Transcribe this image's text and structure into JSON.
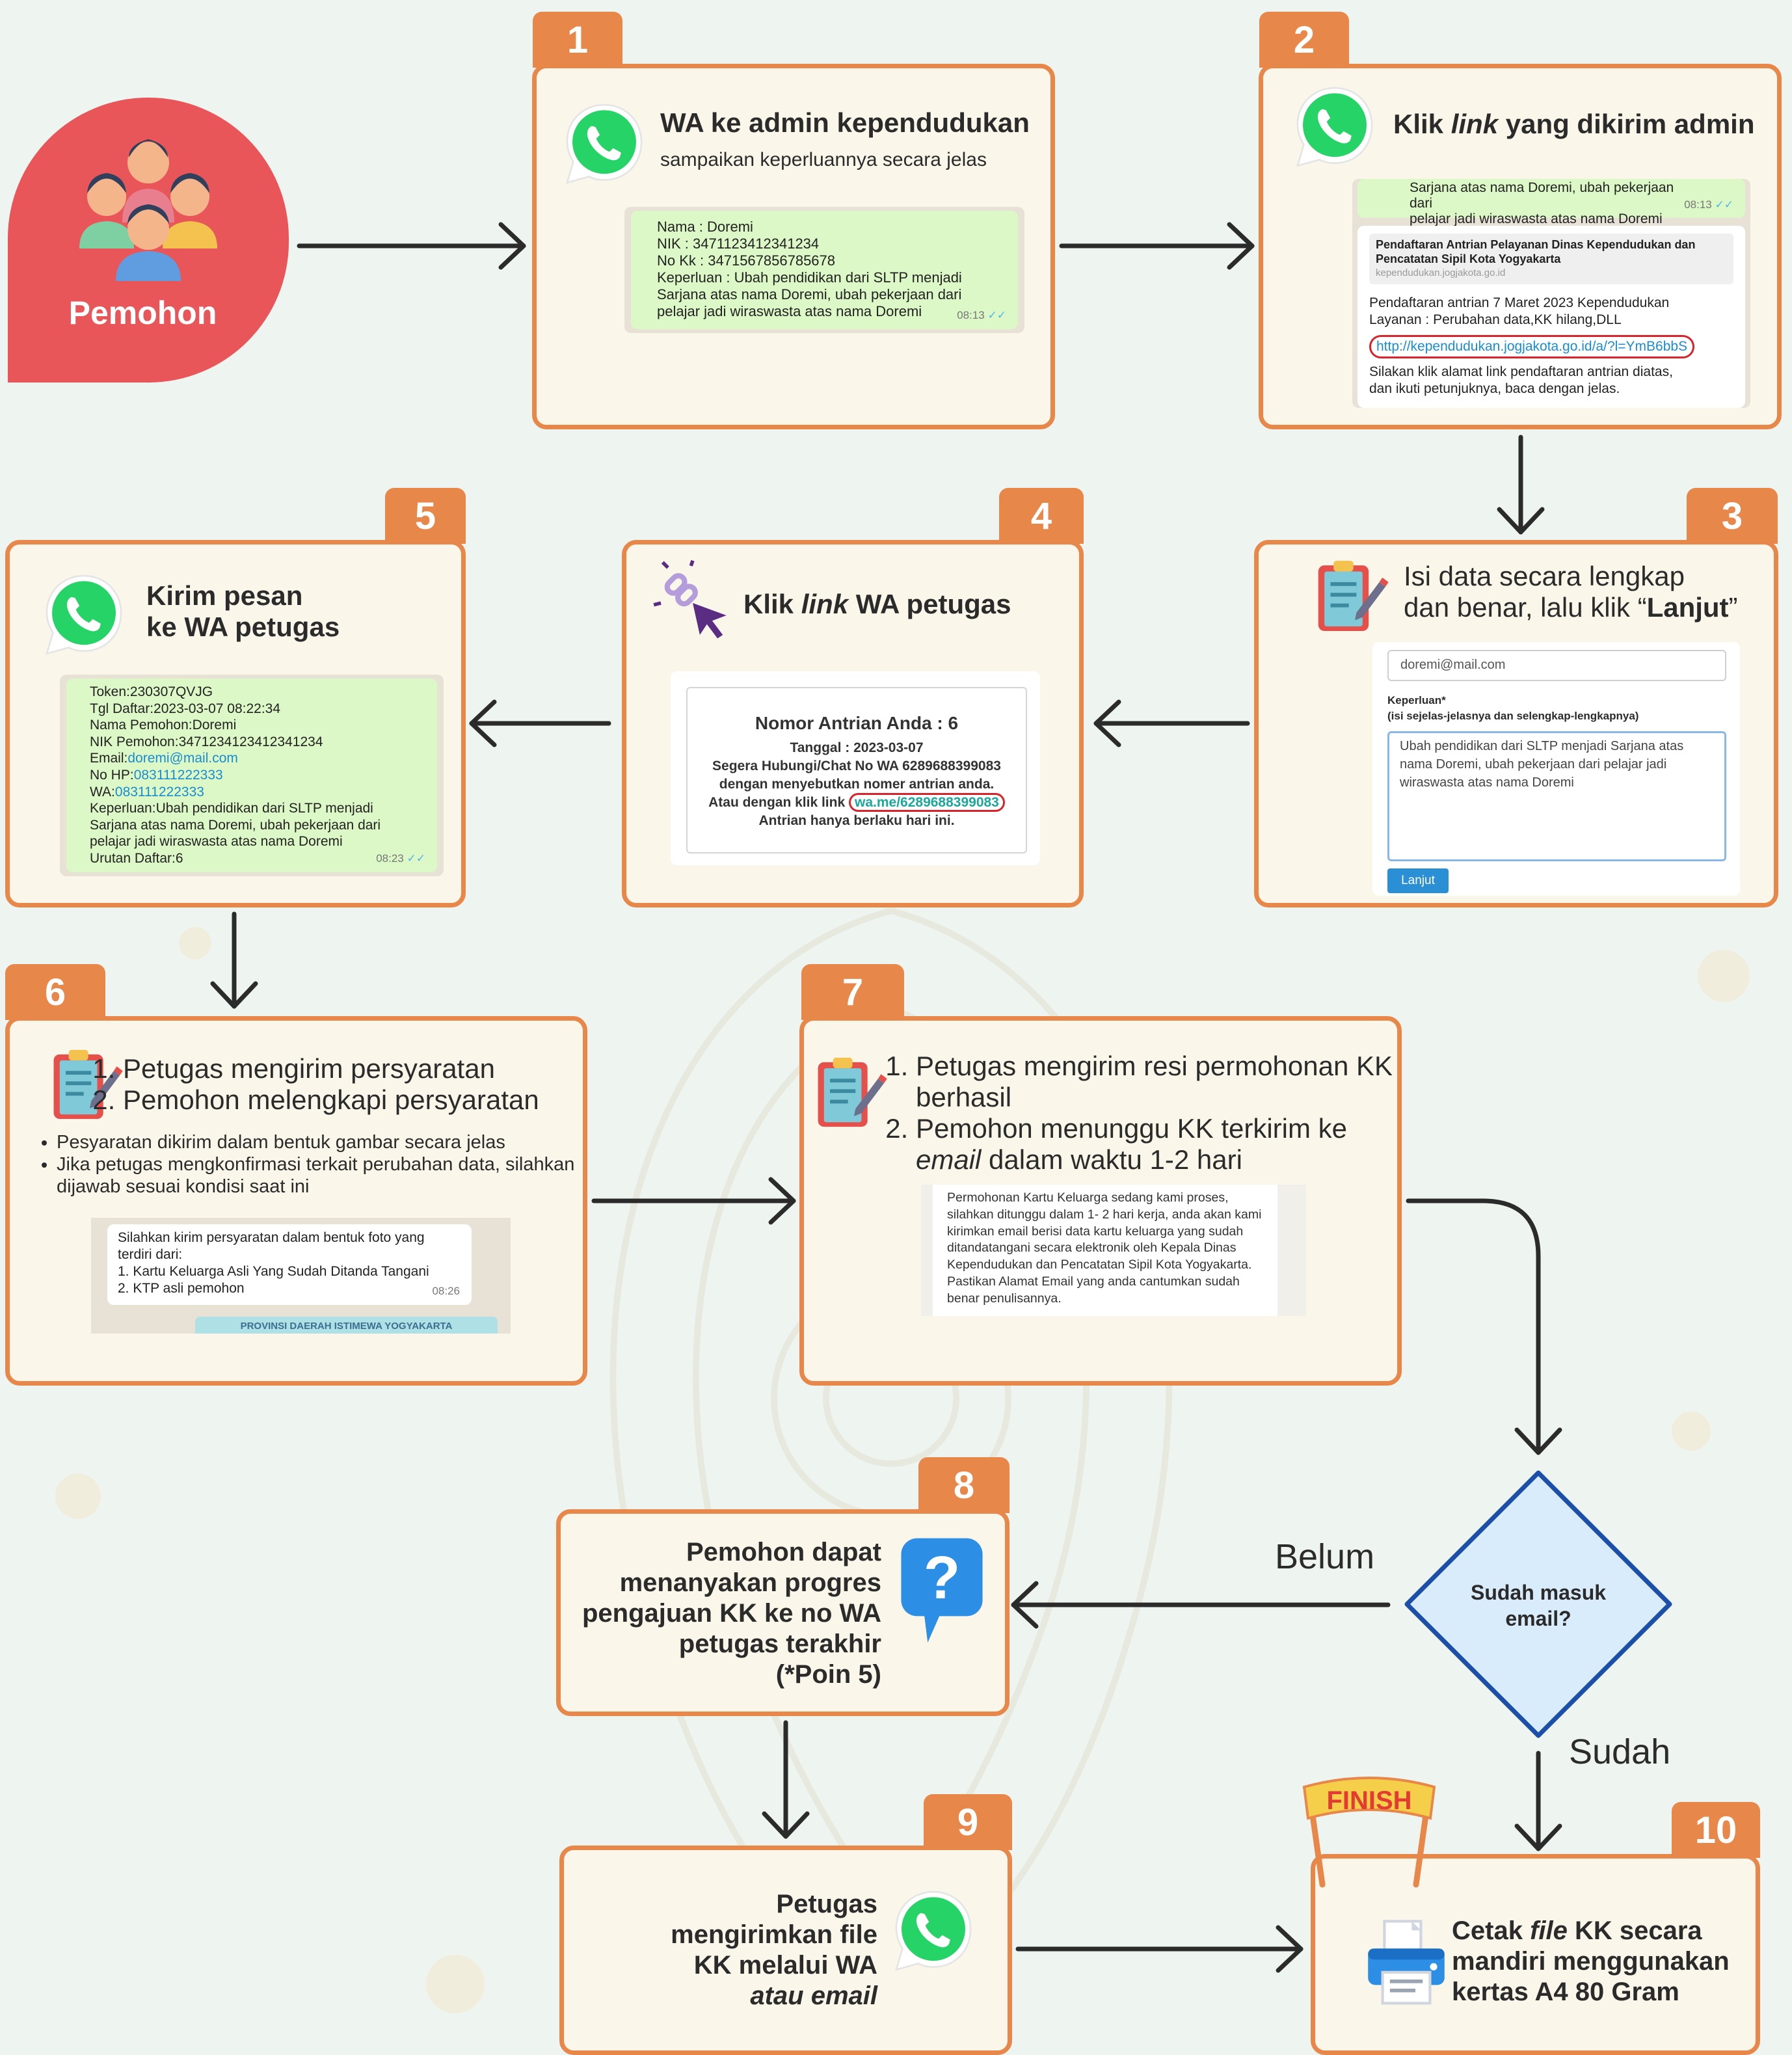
{
  "start": {
    "label": "Pemohon"
  },
  "steps": {
    "s1": {
      "num": "1",
      "title": "WA ke admin kependudukan",
      "subtitle": "sampaikan keperluannya secara jelas",
      "chat": [
        "Nama : Doremi",
        "NIK : 3471123412341234",
        "No Kk : 3471567856785678",
        "Keperluan : Ubah pendidikan dari SLTP menjadi",
        "Sarjana atas nama Doremi, ubah pekerjaan dari",
        "pelajar jadi wiraswasta atas nama Doremi"
      ],
      "time": "08:13"
    },
    "s2": {
      "num": "2",
      "title_a": "Klik ",
      "title_link": "link",
      "title_b": " yang dikirim admin",
      "chat_top": [
        "Sarjana atas nama Doremi, ubah pekerjaan dari",
        "pelajar jadi wiraswasta atas nama Doremi"
      ],
      "time": "08:13",
      "preview_title": "Pendaftaran Antrian Pelayanan Dinas Kependudukan dan Pencatatan Sipil Kota Yogyakarta",
      "preview_domain": "kependudukan.jogjakota.go.id",
      "msg1": "Pendaftaran antrian 7 Maret 2023 Kependudukan",
      "msg2": "Layanan : Perubahan data,KK hilang,DLL",
      "url": "http://kependudukan.jogjakota.go.id/a/?l=YmB6bbS",
      "msg3": "Silakan klik alamat link pendaftaran antrian diatas,",
      "msg4": "dan ikuti petunjuknya, baca dengan jelas."
    },
    "s3": {
      "num": "3",
      "title_a": "Isi data secara lengkap",
      "title_b": "dan benar, lalu klik “",
      "title_bold": "Lanjut",
      "title_c": "”",
      "email": "doremi@mail.com",
      "keperluan_label": "Keperluan*",
      "keperluan_hint": "(isi sejelas-jelasnya dan selengkap-lengkapnya)",
      "textarea": [
        "Ubah pendidikan dari SLTP menjadi Sarjana atas",
        "nama Doremi, ubah pekerjaan dari pelajar jadi",
        "wiraswasta atas nama Doremi"
      ],
      "button": "Lanjut"
    },
    "s4": {
      "num": "4",
      "title_a": "Klik ",
      "title_link": "link",
      "title_b": " WA petugas",
      "antrian": "Nomor Antrian Anda : 6",
      "tanggal": "Tanggal : 2023-03-07",
      "line1": "Segera Hubungi/Chat No WA 6289688399083",
      "line2": "dengan menyebutkan nomer antrian anda.",
      "line3": "Atau dengan klik link ",
      "wa_link": "wa.me/6289688399083",
      "line4": "Antrian hanya berlaku hari ini."
    },
    "s5": {
      "num": "5",
      "title_a": "Kirim pesan",
      "title_b": "ke WA petugas",
      "chat": [
        {
          "t": "Token:230307QVJG"
        },
        {
          "t": "Tgl Daftar:2023-03-07 08:22:34"
        },
        {
          "t": "Nama Pemohon:Doremi"
        },
        {
          "t": "NIK Pemohon:3471234123412341234"
        },
        {
          "t": "Email:",
          "l": "doremi@mail.com"
        },
        {
          "t": "No HP:",
          "l": "083111222333"
        },
        {
          "t": "WA:",
          "l": "083111222333"
        },
        {
          "t": "Keperluan:Ubah pendidikan dari SLTP menjadi"
        },
        {
          "t": "Sarjana atas nama Doremi, ubah pekerjaan dari"
        },
        {
          "t": "pelajar jadi wiraswasta atas nama Doremi"
        },
        {
          "t": "Urutan Daftar:6"
        }
      ],
      "time": "08:23"
    },
    "s6": {
      "num": "6",
      "items": [
        "Petugas mengirim persyaratan",
        "Pemohon melengkapi persyaratan"
      ],
      "bullets": [
        "Pesyaratan dikirim dalam bentuk gambar secara jelas",
        "Jika petugas mengkonfirmasi terkait perubahan data, silahkan dijawab sesuai kondisi saat ini"
      ],
      "chat": [
        "Silahkan kirim persyaratan dalam bentuk foto yang",
        "terdiri dari:",
        "1. Kartu Keluarga Asli Yang Sudah Ditanda Tangani",
        "2. KTP asli pemohon"
      ],
      "time": "08:26",
      "bottom_text": "PROVINSI DAERAH ISTIMEWA YOGYAKARTA"
    },
    "s7": {
      "num": "7",
      "item1": "Petugas mengirim resi permohonan KK berhasil",
      "item2_a": "Pemohon menunggu KK terkirim ke ",
      "item2_em": "email",
      "item2_b": " dalam waktu 1-2 hari",
      "resi": "Permohonan  Kartu Keluarga sedang kami proses, silahkan ditunggu dalam 1- 2 hari kerja, anda akan kami kirimkan email berisi data kartu keluarga yang sudah ditandatangani secara elektronik oleh Kepala Dinas Kependudukan dan Pencatatan Sipil Kota Yogyakarta. Pastikan Alamat Email yang anda cantumkan sudah benar penulisannya."
    },
    "s8": {
      "num": "8",
      "lines": [
        "Pemohon dapat",
        "menanyakan progres",
        "pengajuan KK ke no WA",
        "petugas terakhir",
        "(*Poin 5)"
      ]
    },
    "s9": {
      "num": "9",
      "line1": "Petugas",
      "line2": "mengirimkan file",
      "line3": "KK melalui WA",
      "line4_em": "atau email"
    },
    "s10": {
      "num": "10",
      "line1_a": "Cetak ",
      "line1_em": "file",
      "line1_b": " KK secara",
      "line2": "mandiri menggunakan",
      "line3": "kertas A4 80 Gram",
      "finish": "FINISH"
    }
  },
  "decision": {
    "label_a": "Sudah masuk",
    "label_b": "email?",
    "no": "Belum",
    "yes": "Sudah"
  },
  "colors": {
    "orange": "#e8874a",
    "card": "#faf7ea",
    "pemohon": "#e8565a",
    "diamond": "#d9ecfb",
    "diamond_stroke": "#1b4fa8",
    "wa_green": "#25d366",
    "background": "#eef5f1"
  }
}
